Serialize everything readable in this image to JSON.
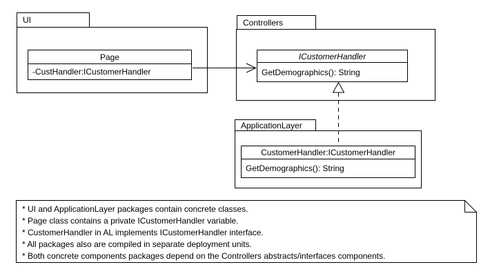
{
  "diagram": {
    "kind": "uml-package-class-diagram",
    "packages": {
      "ui": {
        "label": "UI",
        "class": {
          "name": "Page",
          "attributes": [
            "-CustHandler:ICustomerHandler"
          ]
        }
      },
      "controllers": {
        "label": "Controllers",
        "interface": {
          "name": "ICustomerHandler",
          "operations": [
            "GetDemographics(): String"
          ]
        }
      },
      "application_layer": {
        "label": "ApplicationLayer",
        "class": {
          "name": "CustomerHandler:ICustomerHandler",
          "operations": [
            "GetDemographics(): String"
          ]
        }
      }
    },
    "relationships": [
      {
        "type": "dependency",
        "from": "Page",
        "to": "ICustomerHandler",
        "line": "solid",
        "arrowhead": "open"
      },
      {
        "type": "realization",
        "from": "CustomerHandler:ICustomerHandler",
        "to": "ICustomerHandler",
        "line": "dashed",
        "arrowhead": "hollow-triangle"
      }
    ],
    "note": {
      "lines": [
        "* UI and ApplicationLayer packages contain concrete classes.",
        "* Page class contains a private ICustomerHandler variable.",
        "* CustomerHandler in AL implements ICustomerHandler interface.",
        "* All packages also are compiled in separate deployment units.",
        "* Both concrete components packages depend on the Controllers abstracts/interfaces components."
      ]
    },
    "colors": {
      "line": "#000000",
      "fill": "#ffffff",
      "background": "#ffffff",
      "text": "#000000"
    }
  }
}
